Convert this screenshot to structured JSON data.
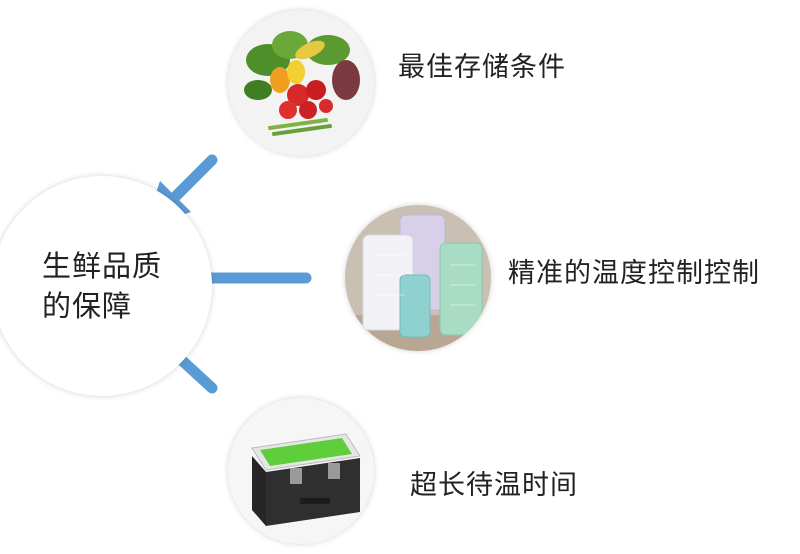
{
  "hub": {
    "line1": "生鲜品质",
    "line2": "的保障"
  },
  "nodes": [
    {
      "label": "最佳存储条件",
      "icon": "vegetables-image"
    },
    {
      "label": "精准的温度控制控制",
      "icon": "ice-packs-image"
    },
    {
      "label": "超长待温时间",
      "icon": "cooler-box-image"
    }
  ],
  "colors": {
    "arrow": "#5b9bd5",
    "text": "#222222",
    "cooler_body": "#2f2f2f",
    "cooler_lid": "#5ecf3a"
  }
}
